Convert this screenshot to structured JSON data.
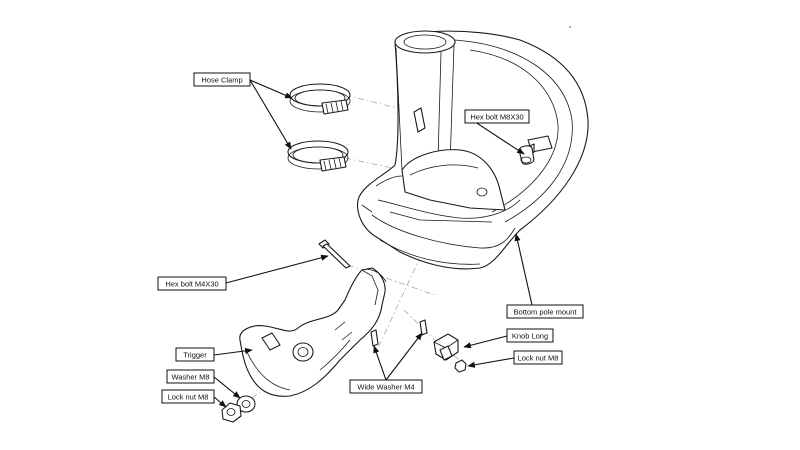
{
  "labels": {
    "hose_clamp": "Hose Clamp",
    "hex_bolt_m8x30": "Hex bolt M8X30",
    "hex_bolt_m4x30": "Hex bolt M4X30",
    "bottom_pole_mount": "Bottom pole mount",
    "knob_long": "Knob Long",
    "lock_nut_m8_right": "Lock nut M8",
    "trigger": "Trigger",
    "washer_m8": "Washer M8",
    "lock_nut_m8_left": "Lock nut M8",
    "wide_washer_m4": "Wide Washer M4"
  },
  "colors": {
    "line": "#1a1a1a",
    "hidden_line": "#9a9a9a",
    "background": "#ffffff"
  }
}
